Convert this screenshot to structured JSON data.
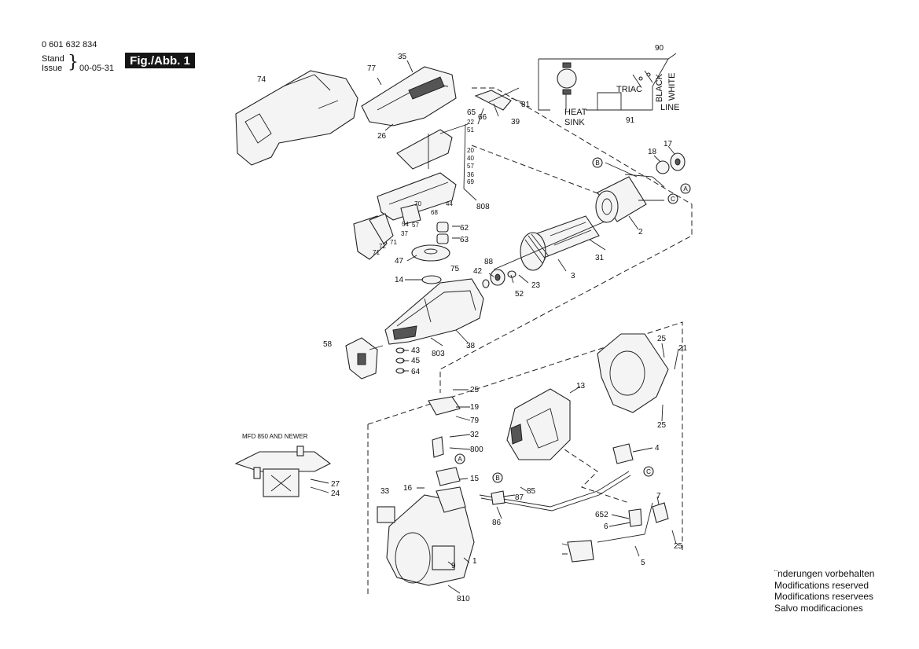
{
  "header": {
    "part_number": "0 601 632 834",
    "stand_label": "Stand",
    "issue_label": "Issue",
    "brace": "}",
    "date": "00-05-31",
    "figure_label": "Fig./Abb. 1"
  },
  "diagram": {
    "callouts": {
      "c74": "74",
      "c77": "77",
      "c35": "35",
      "c81": "81",
      "c65": "65",
      "c66": "66",
      "c39": "39",
      "c26": "26",
      "c22": "22",
      "c51": "51",
      "c20": "20",
      "c40": "40",
      "c57a": "57",
      "c36": "36",
      "c69": "69",
      "c70": "70",
      "c68": "68",
      "c44": "44",
      "c54": "54",
      "c57b": "57",
      "c37": "37",
      "c71a": "71",
      "c71b": "71",
      "c72": "72",
      "c808": "808",
      "c62": "62",
      "c63": "63",
      "c47": "47",
      "c75": "75",
      "c14": "14",
      "c88": "88",
      "c42": "42",
      "c23": "23",
      "c52": "52",
      "c3": "3",
      "c31": "31",
      "c2": "2",
      "c18": "18",
      "c17": "17",
      "c90": "90",
      "c58": "58",
      "c43": "43",
      "c45": "45",
      "c64": "64",
      "c803": "803",
      "c38": "38",
      "c25a": "25",
      "c21": "21",
      "c13": "13",
      "c25b": "25",
      "c25c": "25",
      "c19": "19",
      "c79": "79",
      "c32": "32",
      "c800": "800",
      "c15": "15",
      "c16": "16",
      "c87": "87",
      "c85": "85",
      "c33": "33",
      "c86": "86",
      "c4": "4",
      "c7": "7",
      "c652": "652",
      "c6": "6",
      "c25d": "25",
      "c5": "5",
      "c1": "1",
      "c9": "9",
      "c810": "810",
      "c27": "27",
      "c24": "24"
    },
    "connectors": {
      "A": "A",
      "B": "B",
      "C": "C"
    },
    "inset_title": "MFD 850 AND NEWER",
    "wiring": {
      "triac": "TRIAC",
      "heat": "HEAT",
      "sink": "SINK",
      "black": "BLACK",
      "white": "WHITE",
      "line": "LINE",
      "ref91": "91"
    }
  },
  "notes": [
    "¨nderungen vorbehalten",
    "Modifications reserved",
    "Modifications reservees",
    "Salvo modificaciones"
  ]
}
